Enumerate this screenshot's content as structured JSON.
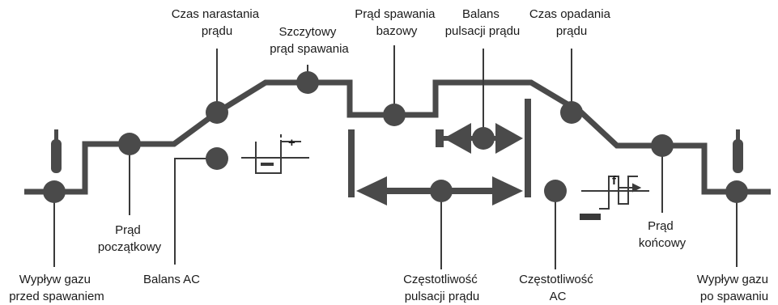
{
  "labels": {
    "gas_pre": [
      "Wypływ gazu",
      "przed spawaniem"
    ],
    "start_current": [
      "Prąd",
      "początkowy"
    ],
    "ac_balance": [
      "Balans AC"
    ],
    "rise_time": [
      "Czas narastania",
      "prądu"
    ],
    "peak_current": [
      "Szczytowy",
      "prąd spawania"
    ],
    "base_current": [
      "Prąd spawania",
      "bazowy"
    ],
    "pulse_balance": [
      "Balans",
      "pulsacji prądu"
    ],
    "pulse_frequency": [
      "Częstotliwość",
      "pulsacji prądu"
    ],
    "ac_frequency": [
      "Częstotliwość",
      "AC"
    ],
    "fall_time": [
      "Czas opadania",
      "prądu"
    ],
    "end_current": [
      "Prąd",
      "końcowy"
    ],
    "gas_post": [
      "Wypływ gazu",
      "po spawaniu"
    ]
  },
  "symbols": {
    "plus": "+",
    "frequency": "f"
  },
  "colors": {
    "line": "#4a4a4a",
    "text": "#1a1a1a"
  }
}
